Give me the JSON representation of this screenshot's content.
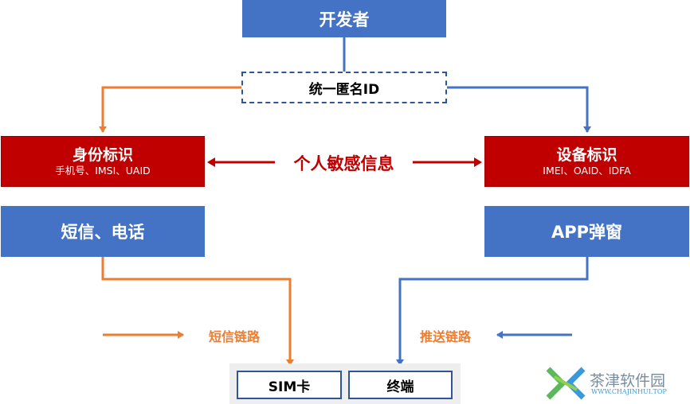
{
  "developer": "开发者",
  "unified_id": "统一匿名ID",
  "identity": {
    "title": "身份标识",
    "detail": "手机号、IMSI、UAID"
  },
  "device": {
    "title": "设备标识",
    "detail": "IMEI、OAID、IDFA"
  },
  "sensitive_info": "个人敏感信息",
  "sms_call": "短信、电话",
  "app_popup": "APP弹窗",
  "sms_link": "短信链路",
  "push_link": "推送链路",
  "sim_card": "SIM卡",
  "terminal": "终端",
  "watermark": {
    "name": "茶津软件园",
    "url": "WWW.CHAJINHUI.TOP"
  },
  "colors": {
    "blue": "#4472c4",
    "red": "#c00000",
    "orange": "#ed7d31",
    "dark_red": "#c00000"
  }
}
